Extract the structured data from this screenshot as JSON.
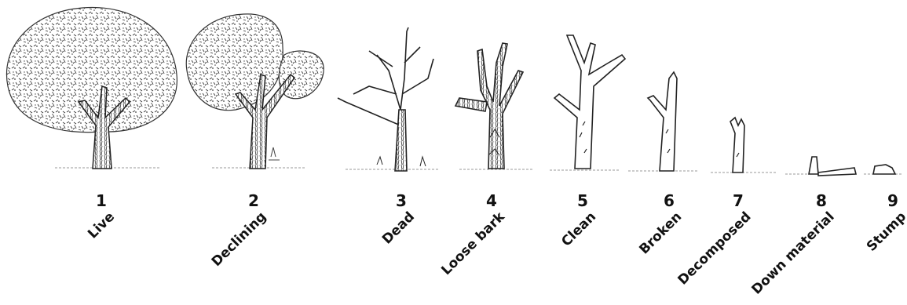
{
  "stages": [
    {
      "number": "1",
      "label": "Live"
    },
    {
      "number": "2",
      "label": "Declining"
    },
    {
      "number": "3",
      "label": "Dead"
    },
    {
      "number": "4",
      "label": "Loose bark"
    },
    {
      "number": "5",
      "label": "Clean"
    },
    {
      "number": "6",
      "label": "Broken"
    },
    {
      "number": "7",
      "label": "Decomposed"
    },
    {
      "number": "8",
      "label": "Down material"
    },
    {
      "number": "9",
      "label": "Stump"
    }
  ]
}
